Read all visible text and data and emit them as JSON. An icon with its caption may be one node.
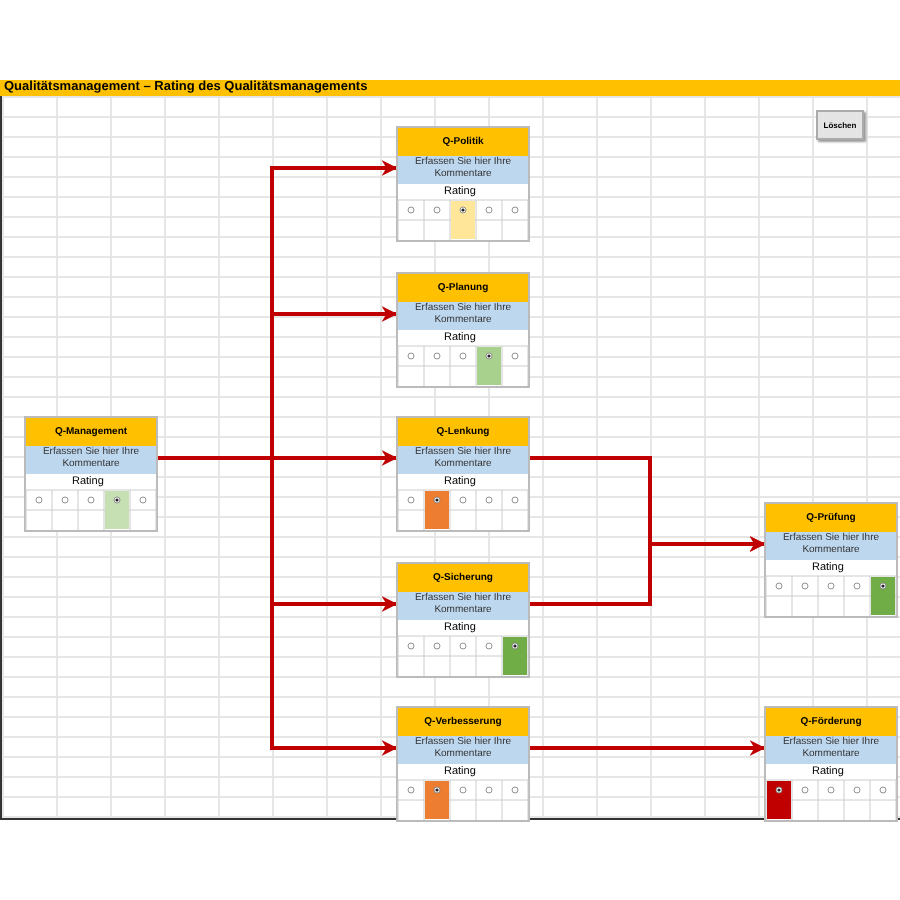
{
  "diagram": {
    "title": "Qualitätsmanagement – Rating des Qualitätsmanagements",
    "nodes": [
      {
        "text": [
          "Q-Politik",
          "Erfassen Sie hier Ihre Kommentare",
          "Rating"
        ]
      },
      {
        "text": [
          "Q-Planung",
          "Erfassen Sie hier Ihre Kommentare",
          "Rating"
        ]
      },
      {
        "text": [
          "Q-Management",
          "Erfassen Sie hier Ihre Kommentare",
          "Rating"
        ]
      },
      {
        "text": [
          "Q-Lenkung",
          "Erfassen Sie hier Ihre Kommentare",
          "Rating"
        ]
      },
      {
        "text": [
          "Q-Prüfung",
          "Erfassen Sie hier Ihre Kommentare",
          "Rating"
        ]
      },
      {
        "text": [
          "Q-Sicherung",
          "Erfassen Sie hier Ihre Kommentare",
          "Rating"
        ]
      },
      {
        "text": [
          "Q-Verbesserung",
          "Erfassen Sie hier Ihre Kommentare",
          "Rating"
        ]
      },
      {
        "text": [
          "Q-Förderung",
          "Erfassen Sie hier Ihre Kommentare",
          "Rating"
        ]
      }
    ],
    "edges": [
      {
        "from": 2,
        "to": 0,
        "arrow": "to"
      },
      {
        "from": 2,
        "to": 1,
        "arrow": "to"
      },
      {
        "from": 2,
        "to": 3,
        "arrow": "to"
      },
      {
        "from": 2,
        "to": 5,
        "arrow": "to"
      },
      {
        "from": 2,
        "to": 6,
        "arrow": "to"
      },
      {
        "from": 3,
        "to": 4,
        "arrow": "to"
      },
      {
        "from": 5,
        "to": 4,
        "arrow": "to"
      },
      {
        "from": 6,
        "to": 7,
        "arrow": "to"
      }
    ],
    "labels": [
      "Löschen"
    ]
  }
}
